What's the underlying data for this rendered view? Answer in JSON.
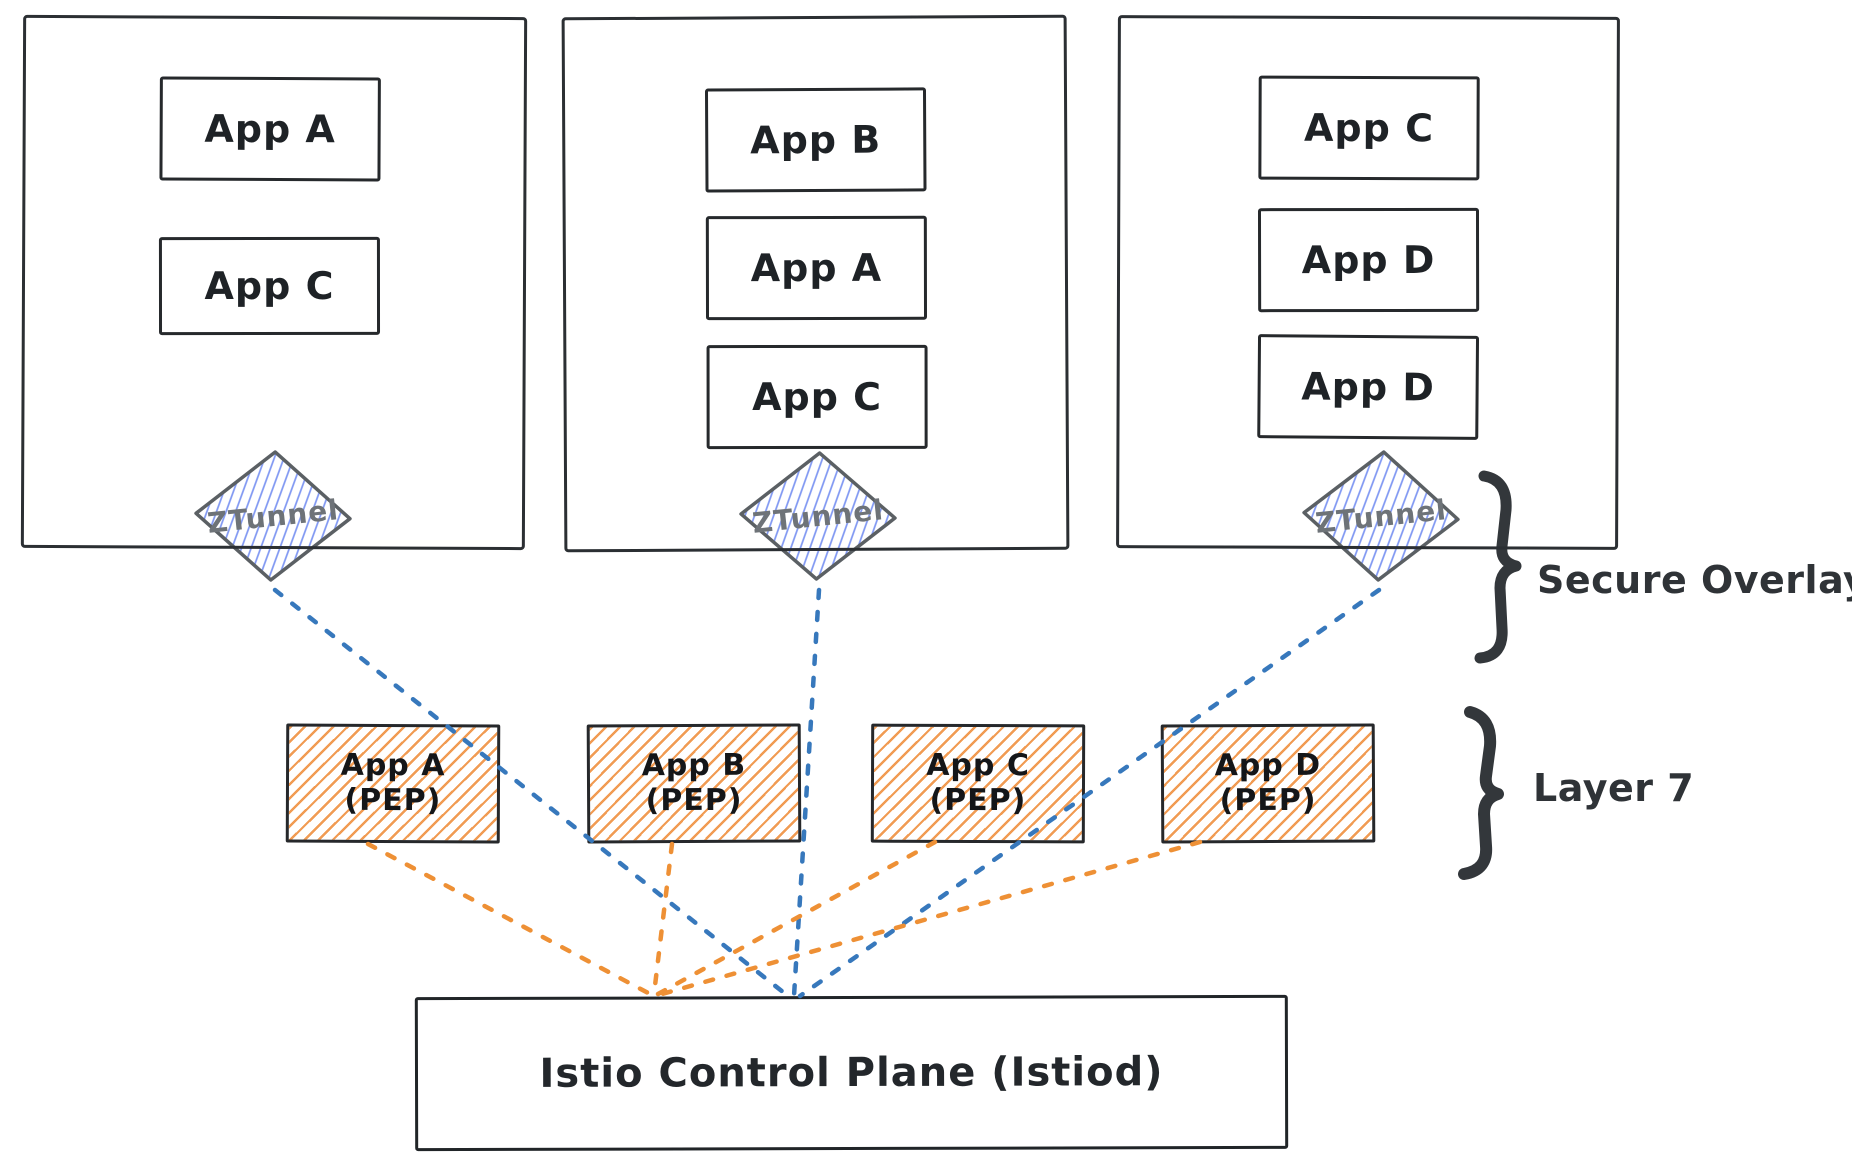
{
  "diagram": {
    "nodes": [
      {
        "apps": [
          "App A",
          "App C"
        ],
        "ztunnel": "ZTunnel"
      },
      {
        "apps": [
          "App B",
          "App A",
          "App C"
        ],
        "ztunnel": "ZTunnel"
      },
      {
        "apps": [
          "App C",
          "App D",
          "App D"
        ],
        "ztunnel": "ZTunnel"
      }
    ],
    "waypoints": [
      {
        "app": "App A",
        "suffix": "(PEP)"
      },
      {
        "app": "App B",
        "suffix": "(PEP)"
      },
      {
        "app": "App C",
        "suffix": "(PEP)"
      },
      {
        "app": "App D",
        "suffix": "(PEP)"
      }
    ],
    "control_plane": "Istio Control Plane (Istiod)",
    "labels": {
      "secure_overlay": "Secure Overlay",
      "layer7": "Layer 7"
    },
    "colors": {
      "blue_line": "#3778bc",
      "orange_line": "#ee9035",
      "diamond_hatch": "#7e96f2",
      "diamond_border": "#5b6064",
      "pep_hatch": "#f0964a",
      "box_border": "#2b2f33",
      "ztunnel_text": "#6e7378",
      "text": "#1f2328"
    }
  }
}
